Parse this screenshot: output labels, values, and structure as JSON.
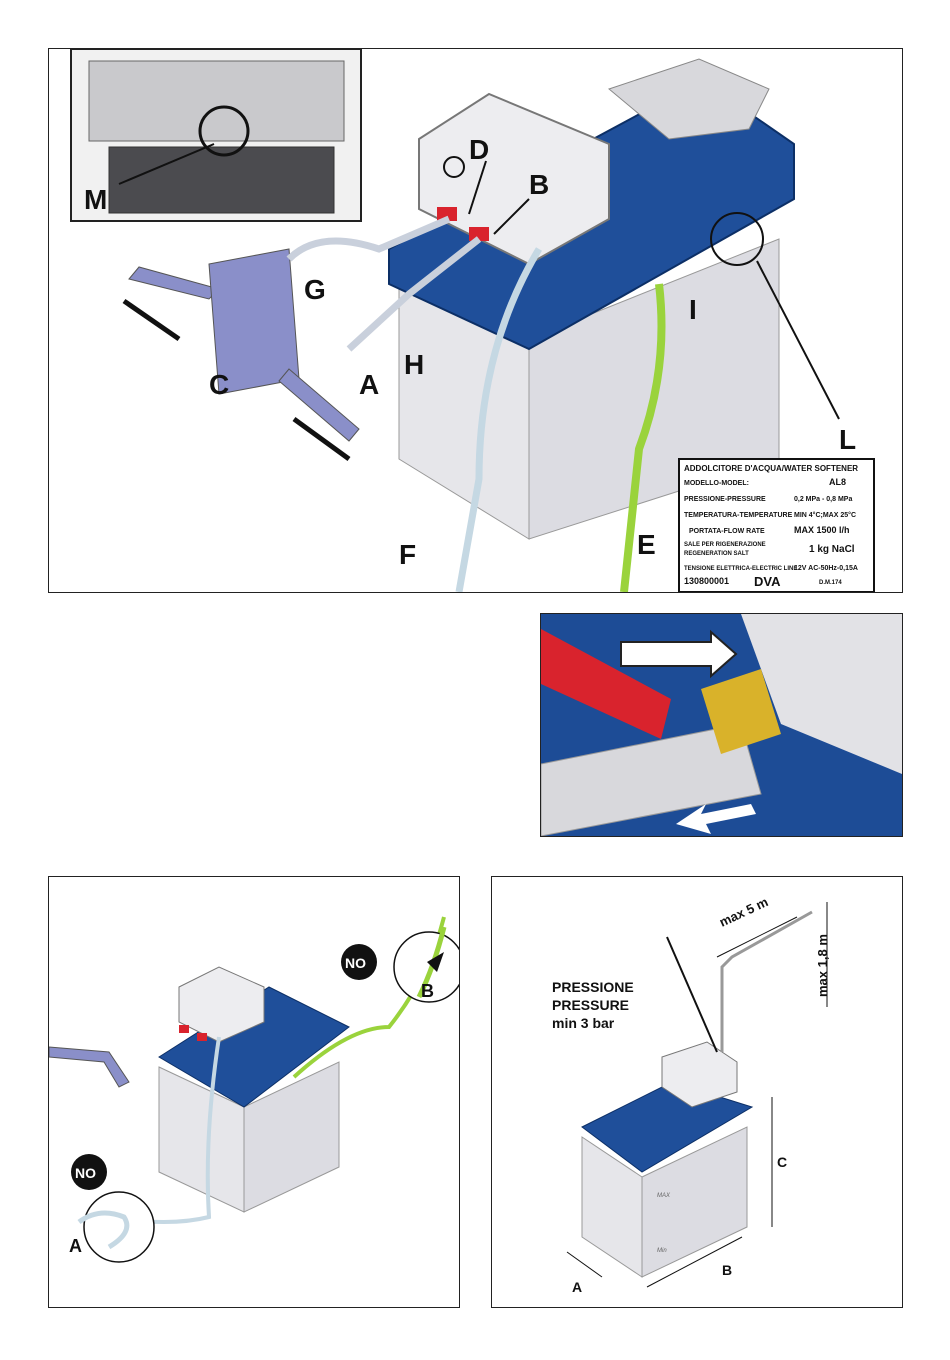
{
  "colors": {
    "tank_blue": "#1f4f9a",
    "tank_body": "#e8e8ec",
    "pipe_purple": "#8a8fc9",
    "drain_green": "#9ad33c",
    "valve_red": "#d9232d",
    "brass": "#d9b22a"
  },
  "main_diagram": {
    "labels": {
      "a": "A",
      "b": "B",
      "c": "C",
      "d": "D",
      "e": "E",
      "f": "F",
      "g": "G",
      "h": "H",
      "i": "I",
      "l": "L",
      "m": "M"
    },
    "rating_plate": {
      "title": "ADDOLCITORE D'ACQUA/WATER SOFTENER",
      "model_label": "MODELLO-MODEL:",
      "model_value": "AL8",
      "pressure_label": "PRESSIONE-PRESSURE",
      "pressure_value": "0,2 MPa - 0,8 MPa",
      "temperature_label": "TEMPERATURA-TEMPERATURE",
      "temperature_value": "MIN 4°C;MAX 25°C",
      "flow_label": "PORTATA-FLOW RATE",
      "flow_value": "MAX 1500 l/h",
      "salt_label_1": "SALE PER RIGENERAZIONE",
      "salt_label_2": "REGENERATION SALT",
      "salt_value": "1 kg NaCl",
      "voltage_label": "TENSIONE ELETTRICA-ELECTRIC LINE",
      "voltage_value": "12V AC-50Hz-0,15A",
      "serial": "130800001",
      "brand": "DVA",
      "cert": "D.M.174"
    }
  },
  "drain_diagram": {
    "badge_top": "NO",
    "badge_bottom": "NO",
    "label_a": "A",
    "label_b": "B"
  },
  "install_diagram": {
    "pressure_line_1": "PRESSIONE",
    "pressure_line_2": "PRESSURE",
    "pressure_line_3": "min 3 bar",
    "max_length": "max 5 m",
    "max_height": "max 1,8 m",
    "dim_a": "A",
    "dim_b": "B",
    "dim_c": "C",
    "tank_mark_max": "MAX",
    "tank_mark_min": "Min"
  }
}
